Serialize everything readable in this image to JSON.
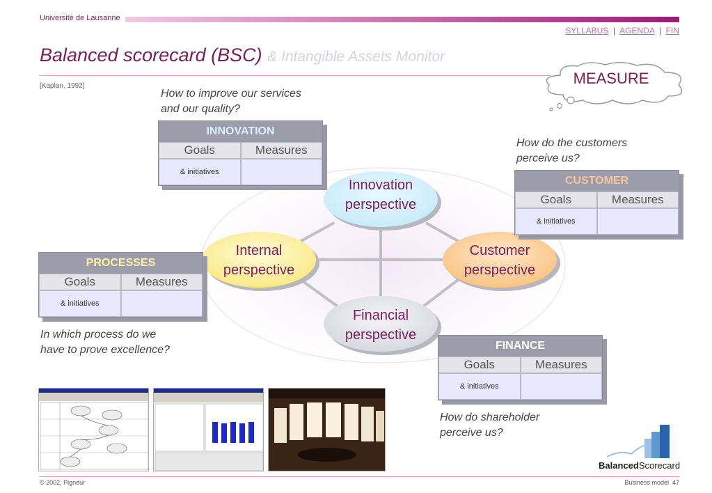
{
  "header": {
    "university": "Université de Lausanne",
    "nav": [
      "SYLLABUS",
      "AGENDA",
      "FIN"
    ]
  },
  "title": {
    "main": "Balanced scorecard (BSC)",
    "sub": "& Intangible Assets Monitor"
  },
  "citation": "[Kaplan, 1992]",
  "cloud_label": "MEASURE",
  "questions": {
    "innovation": [
      "How to improve our services",
      "and our quality?"
    ],
    "customer": [
      "How do the customers",
      "perceive us?"
    ],
    "processes": [
      "In which process do we",
      "have to prove excellence?"
    ],
    "finance": [
      "How do shareholder",
      "perceive us?"
    ]
  },
  "cards": {
    "innovation": {
      "title": "INNOVATION",
      "goals": "Goals",
      "measures": "Measures",
      "initiatives": "& initiatives",
      "title_color": "#d9f2ff"
    },
    "customer": {
      "title": "CUSTOMER",
      "goals": "Goals",
      "measures": "Measures",
      "initiatives": "& initiatives",
      "title_color": "#f7c79a"
    },
    "processes": {
      "title": "PROCESSES",
      "goals": "Goals",
      "measures": "Measures",
      "initiatives": "& initiatives",
      "title_color": "#fff2a8"
    },
    "finance": {
      "title": "FINANCE",
      "goals": "Goals",
      "measures": "Measures",
      "initiatives": "& initiatives",
      "title_color": "#ffffff"
    }
  },
  "perspectives": {
    "innovation": [
      "Innovation",
      "perspective"
    ],
    "internal": [
      "Internal",
      "perspective"
    ],
    "customer": [
      "Customer",
      "perspective"
    ],
    "financial": [
      "Financial",
      "perspective"
    ]
  },
  "logo": {
    "bold": "Balanced",
    "rest": "Scorecard"
  },
  "footer": {
    "copyright": "© 2002, Pigneur",
    "course": "Business model",
    "page": "47"
  },
  "colors": {
    "accent": "#7a1e55",
    "innovation_fill": "#dff4ff",
    "internal_fill": "#fff3b0",
    "customer_fill": "#fbcf9c",
    "financial_fill": "#e4e4ea"
  }
}
